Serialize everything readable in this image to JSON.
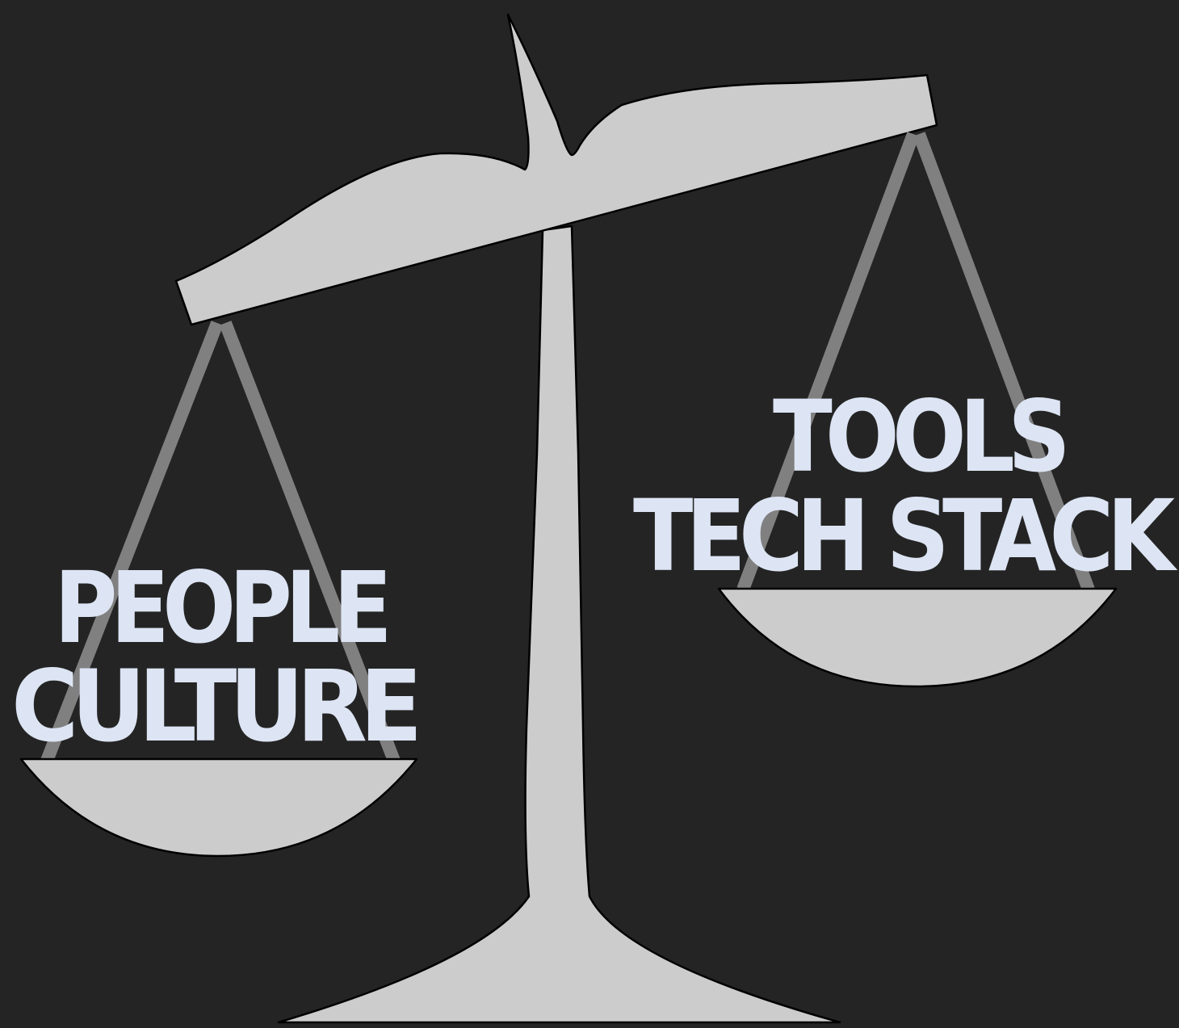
{
  "colors": {
    "background": "#242424",
    "scale_fill": "#cccccc",
    "scale_outline": "#000000",
    "chain": "#808080",
    "label_text": "#dde5f4"
  },
  "left_pan": {
    "lines": [
      "PEOPLE",
      "CULTURE"
    ]
  },
  "right_pan": {
    "lines": [
      "TOOLS",
      "TECH STACK"
    ]
  }
}
